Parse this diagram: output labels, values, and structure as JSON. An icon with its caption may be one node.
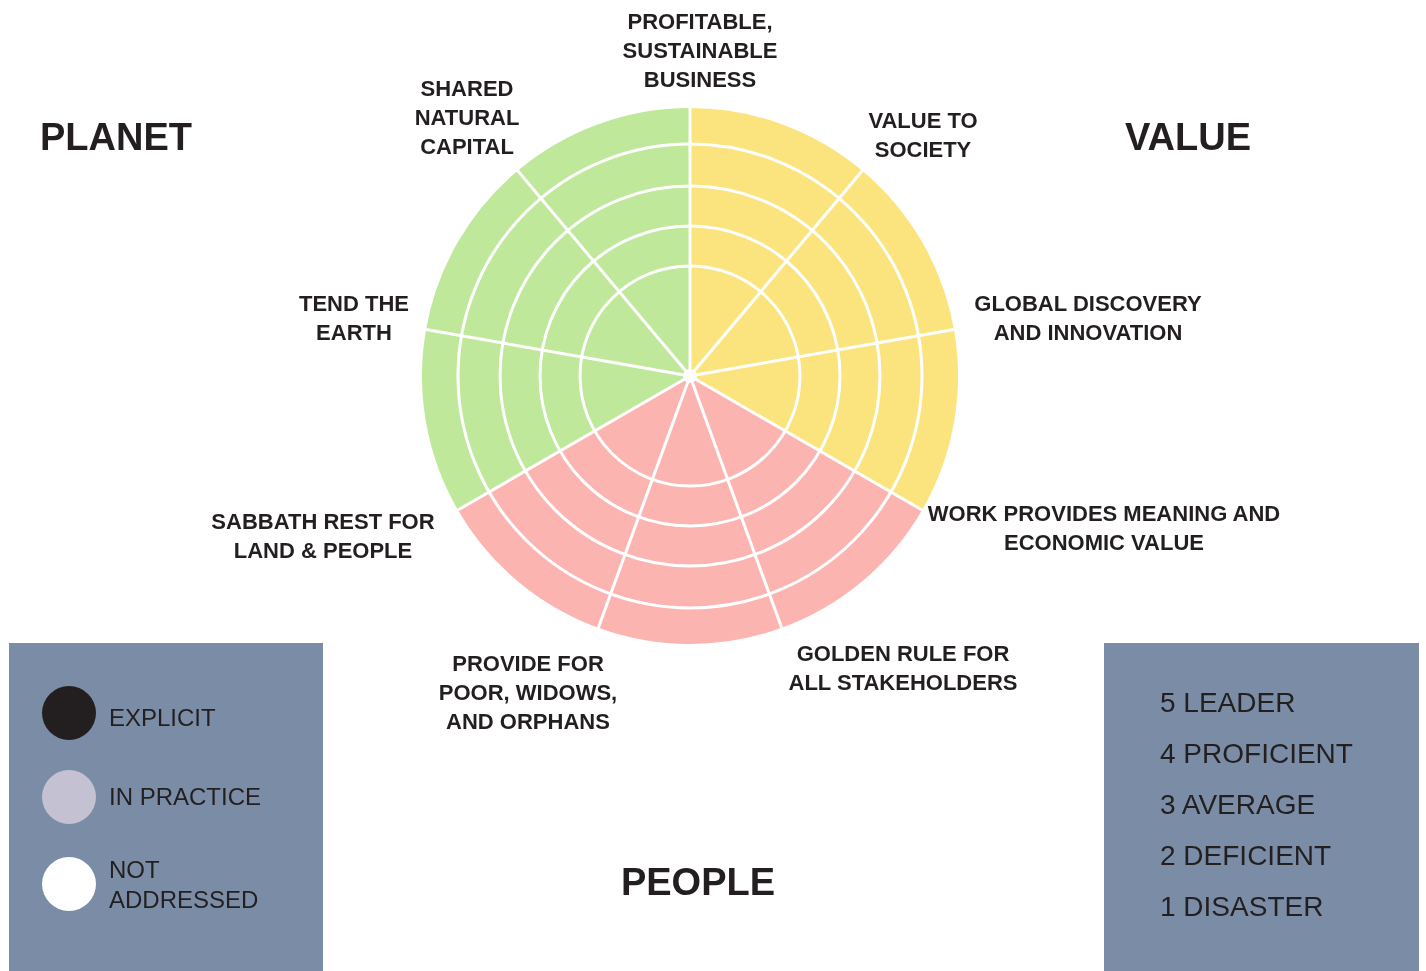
{
  "diagram": {
    "labels": [
      "PROFITABLE, SUSTAINABLE BUSINESS",
      "SHARED NATURAL CAPITAL",
      "VALUE TO SOCIETY",
      "PLANET",
      "VALUE",
      "TEND THE EARTH",
      "GLOBAL DISCOVERY AND INNOVATION",
      "SABBATH REST FOR LAND & PEOPLE",
      "WORK PROVIDES MEANING AND ECONOMIC VALUE",
      "GOLDEN RULE FOR ALL STAKEHOLDERS",
      "PROVIDE FOR POOR, WIDOWS, AND ORPHANS",
      "PEOPLE",
      "5 LEADER",
      "4 PROFICIENT",
      "3 AVERAGE",
      "2 DEFICIENT",
      "1 DISASTER"
    ],
    "legend": [
      {
        "text": "EXPLICIT",
        "color": "#231f20"
      },
      {
        "text": "IN PRACTICE",
        "color": "#c4c2d2"
      },
      {
        "text": "NOT ADDRESSED",
        "color": "#ffffff"
      }
    ]
  }
}
